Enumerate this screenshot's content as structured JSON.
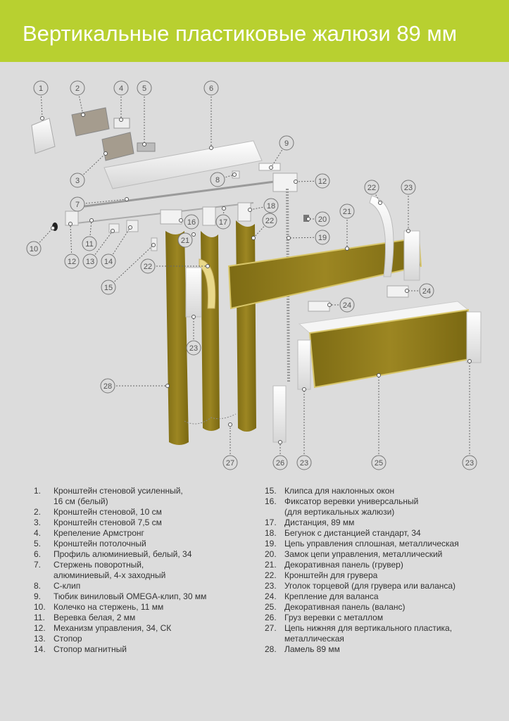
{
  "header": {
    "title": "Вертикальные пластиковые жалюзи 89 мм"
  },
  "colors": {
    "header": "#b8d030",
    "background": "#dcdcdc",
    "slat": "#8f7c1c",
    "callout": "#777777"
  },
  "callouts": [
    "1",
    "2",
    "4",
    "5",
    "6",
    "9",
    "3",
    "8",
    "12",
    "22",
    "23",
    "7",
    "18",
    "20",
    "21",
    "16",
    "17",
    "22",
    "19",
    "10",
    "11",
    "12",
    "13",
    "14",
    "21",
    "22",
    "15",
    "24",
    "24",
    "23",
    "28",
    "27",
    "26",
    "23",
    "25",
    "23"
  ],
  "parts_left": [
    {
      "num": "1.",
      "text": "Кронштейн стеновой усиленный,\n16 см (белый)"
    },
    {
      "num": "2.",
      "text": "Кронштейн стеновой, 10 см"
    },
    {
      "num": "3.",
      "text": "Кронштейн стеновой 7,5 см"
    },
    {
      "num": "4.",
      "text": "Крепеление Армстронг"
    },
    {
      "num": "5.",
      "text": "Кронштейн потолочный"
    },
    {
      "num": "6.",
      "text": "Профиль алюминиевый, белый, 34"
    },
    {
      "num": "7.",
      "text": "Стержень поворотный,\nалюминиевый, 4-х заходный"
    },
    {
      "num": "8.",
      "text": "С-клип"
    },
    {
      "num": "9.",
      "text": "Тюбик виниловый OMEGA-клип, 30 мм"
    },
    {
      "num": "10.",
      "text": "Колечко на стержень, 11 мм"
    },
    {
      "num": "11.",
      "text": "Веревка белая, 2 мм"
    },
    {
      "num": "12.",
      "text": "Механизм управления, 34, СК"
    },
    {
      "num": "13.",
      "text": "Стопор"
    },
    {
      "num": "14.",
      "text": "Стопор магнитный"
    }
  ],
  "parts_right": [
    {
      "num": "15.",
      "text": "Клипса для наклонных окон"
    },
    {
      "num": "16.",
      "text": "Фиксатор веревки универсальный\n(для вертикальных жалюзи)"
    },
    {
      "num": "17.",
      "text": "Дистанция, 89 мм"
    },
    {
      "num": "18.",
      "text": "Бегунок с дистанцией стандарт, 34"
    },
    {
      "num": "19.",
      "text": "Цепь управления сплошная, металлическая"
    },
    {
      "num": "20.",
      "text": "Замок цепи управления, металлический"
    },
    {
      "num": "21.",
      "text": "Декоративная панель (грувер)"
    },
    {
      "num": "22.",
      "text": "Кронштейн для грувера"
    },
    {
      "num": "23.",
      "text": "Уголок торцевой (для грувера или валанса)"
    },
    {
      "num": "24.",
      "text": "Крепление для валанса"
    },
    {
      "num": "25.",
      "text": "Декоративная панель (валанс)"
    },
    {
      "num": "26.",
      "text": "Груз веревки с металлом"
    },
    {
      "num": "27.",
      "text": "Цепь нижняя для вертикального пластика,\nметаллическая"
    },
    {
      "num": "28.",
      "text": "Ламель 89 мм"
    }
  ]
}
